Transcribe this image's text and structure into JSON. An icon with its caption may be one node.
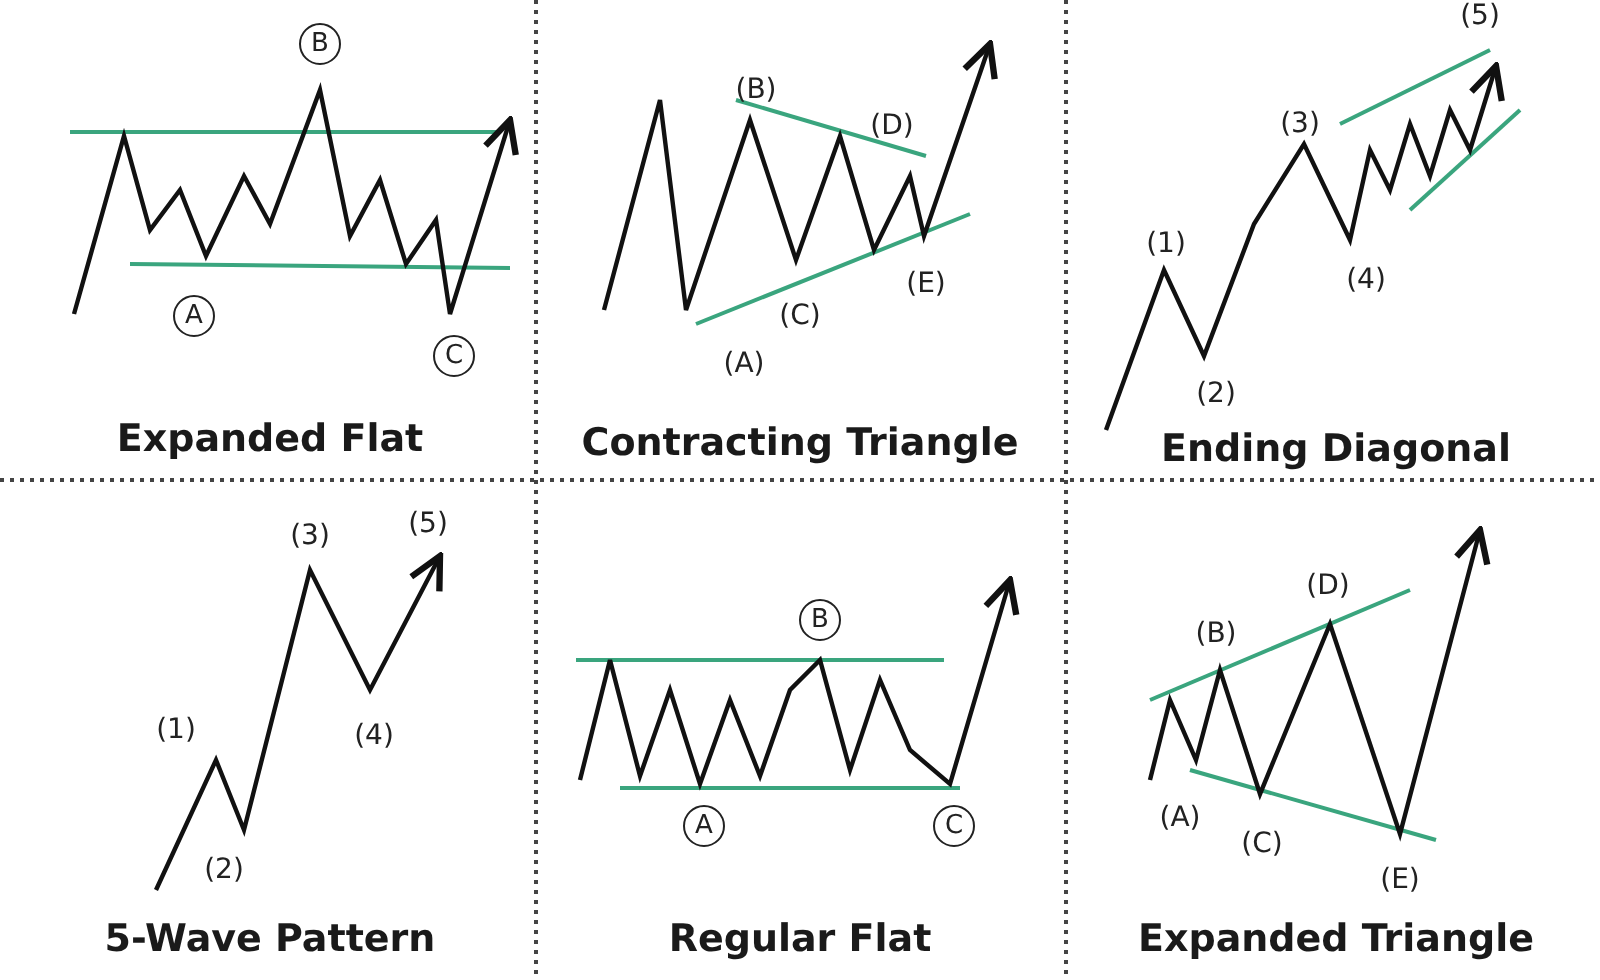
{
  "diagram": {
    "labels": [
      "B",
      "A",
      "C",
      "Expanded Flat",
      "(B)",
      "(D)",
      "(E)",
      "(C)",
      "(A)",
      "Contracting Triangle",
      "(5)",
      "(3)",
      "(1)",
      "(4)",
      "(2)",
      "Ending Diagonal",
      "(5)",
      "(3)",
      "(1)",
      "(4)",
      "(2)",
      "5-Wave Pattern",
      "B",
      "A",
      "C",
      "Regular Flat",
      "(D)",
      "(B)",
      "(A)",
      "(C)",
      "(E)",
      "Expanded Triangle"
    ]
  }
}
